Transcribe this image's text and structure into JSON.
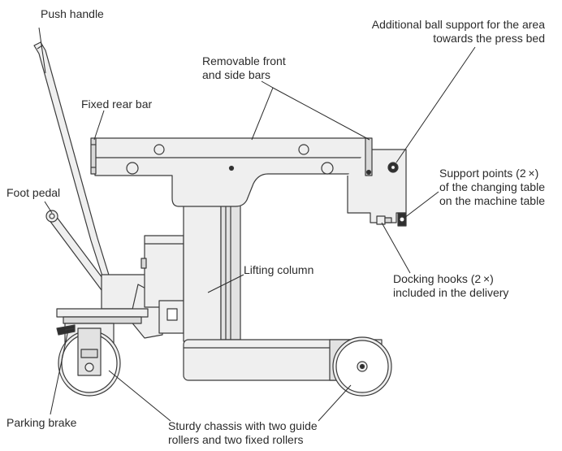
{
  "labels": {
    "push_handle": "Push handle",
    "ball_support_l1": "Additional ball support for the area",
    "ball_support_l2": "towards the press bed",
    "removable_bars_l1": "Removable front",
    "removable_bars_l2": "and side bars",
    "fixed_rear_bar": "Fixed rear bar",
    "foot_pedal": "Foot pedal",
    "support_points_l1": "Support points (2 ×)",
    "support_points_l2": "of the changing table",
    "support_points_l3": "on the machine table",
    "lifting_column": "Lifting column",
    "docking_hooks_l1": "Docking hooks (2 ×)",
    "docking_hooks_l2": "included in the delivery",
    "parking_brake": "Parking brake",
    "chassis_l1": "Sturdy chassis with two guide",
    "chassis_l2": "rollers and two fixed rollers"
  },
  "colors": {
    "outline": "#3a3a3a",
    "fill": "#efefef",
    "shade": "#d9d9d9",
    "dark": "#2f2f2f",
    "text": "#2b2b2b"
  }
}
